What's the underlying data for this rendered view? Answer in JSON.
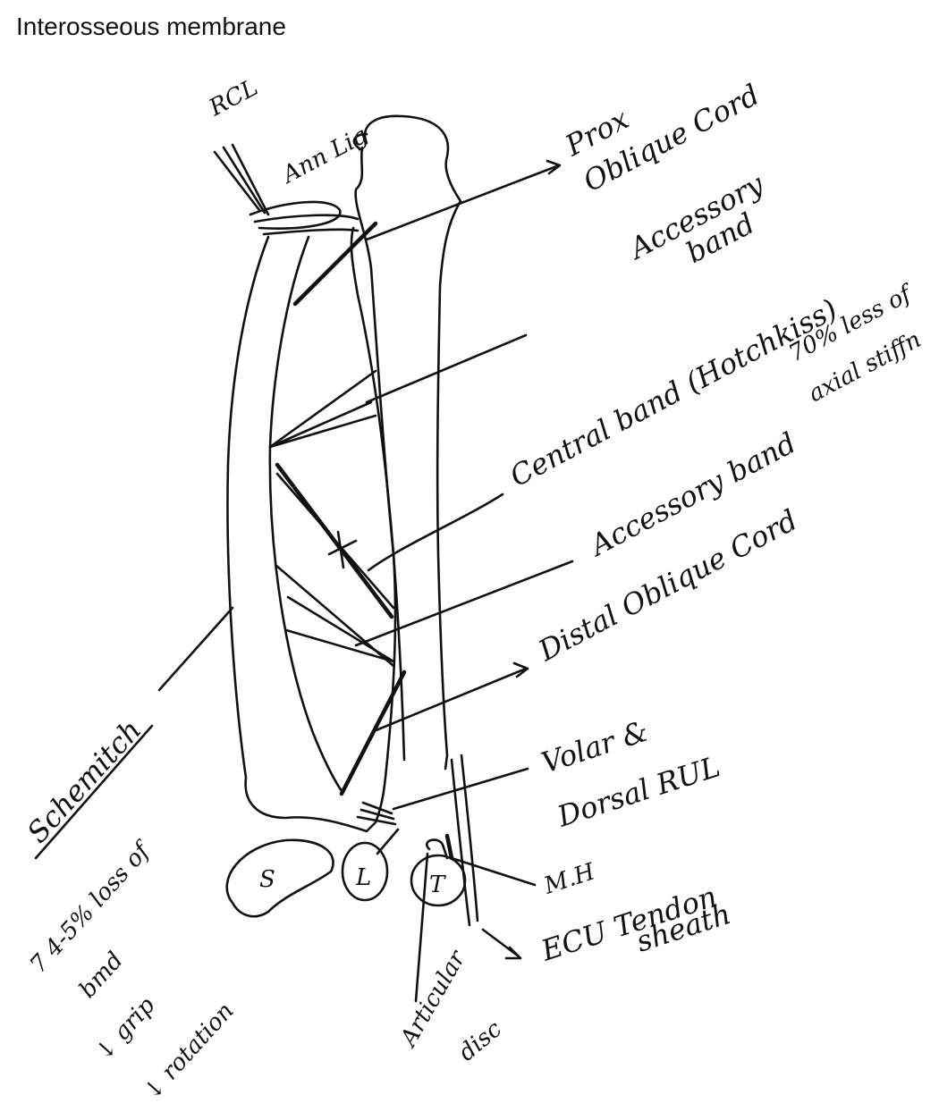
{
  "page": {
    "title": "Interosseous membrane"
  },
  "labels": {
    "rcl": "RCL",
    "ann_lig": "Ann Lig",
    "prox_1": "Prox",
    "prox_2": "Oblique Cord",
    "accessory_top_1": "Accessory",
    "accessory_top_2": "band",
    "central_band": "Central band (Hotchkiss)",
    "central_note_1": "70% less of",
    "central_note_2": "axial stiffn",
    "accessory_mid": "Accessory band",
    "distal_oblique": "Distal Oblique Cord",
    "volar_1": "Volar &",
    "volar_2": "Dorsal RUL",
    "mh": "M.H",
    "ecu_1": "ECU Tendon",
    "ecu_2": "sheath",
    "articular_1": "Articular",
    "articular_2": "disc",
    "schematic": "Schemitch",
    "note_1": "7 4-5% loss of",
    "note_2": "bmd",
    "note_3": "↓ grip",
    "note_4": "↓ rotation",
    "carpal_s": "S",
    "carpal_l": "L",
    "carpal_t": "T"
  }
}
